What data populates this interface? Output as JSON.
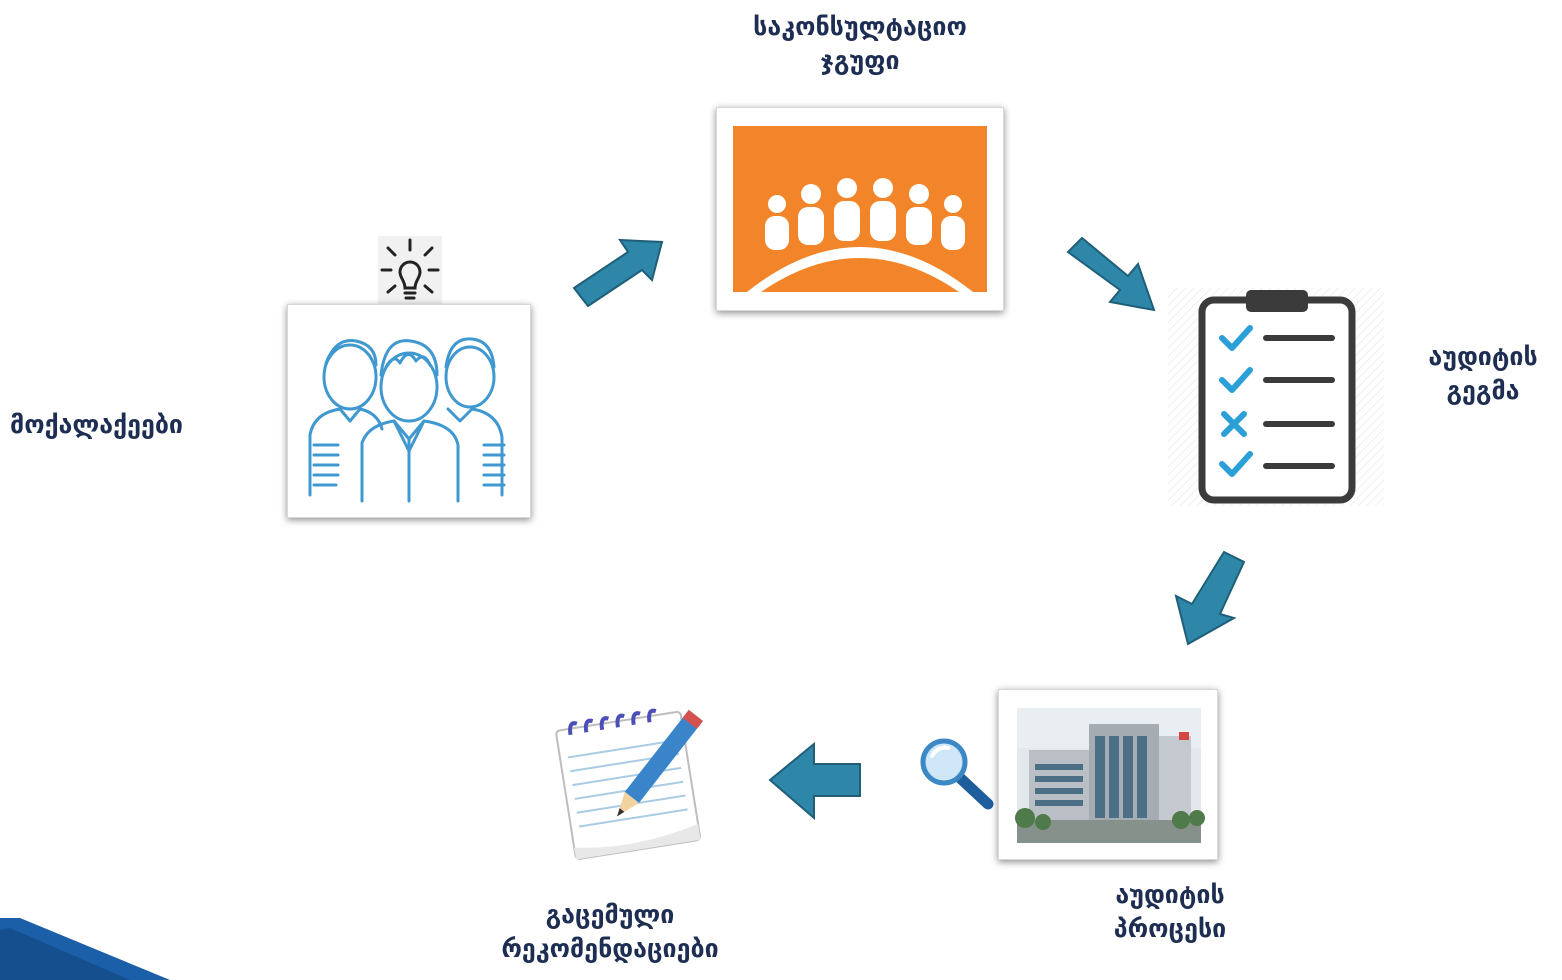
{
  "nodes": {
    "consulting_group": {
      "line1": "საკონსულტაციო",
      "line2": "ჯგუფი"
    },
    "citizens": {
      "label": "მოქალაქეები"
    },
    "audit_plan": {
      "line1": "აუდიტის",
      "line2": "გეგმა"
    },
    "audit_process": {
      "line1": "აუდიტის",
      "line2": "პროცესი"
    },
    "recommendations": {
      "line1": "გაცემული",
      "line2": "რეკომენდაციები"
    }
  },
  "colors": {
    "arrow_fill": "#2e86a8",
    "arrow_stroke": "#1f5f78",
    "label_text": "#1d2e52",
    "orange": "#f28529",
    "sketch_blue": "#3f98d0",
    "clipboard": "#3b3b3b",
    "check": "#2a9fd8",
    "corner_accent": "#1a5fa8"
  },
  "icons": {
    "citizens": "people-sketch-icon",
    "idea": "lightbulb-icon",
    "consulting": "meeting-group-icon",
    "plan": "checklist-clipboard-icon",
    "search": "magnifier-icon",
    "building": "office-building-photo",
    "notes": "notepad-pencil-icon"
  }
}
